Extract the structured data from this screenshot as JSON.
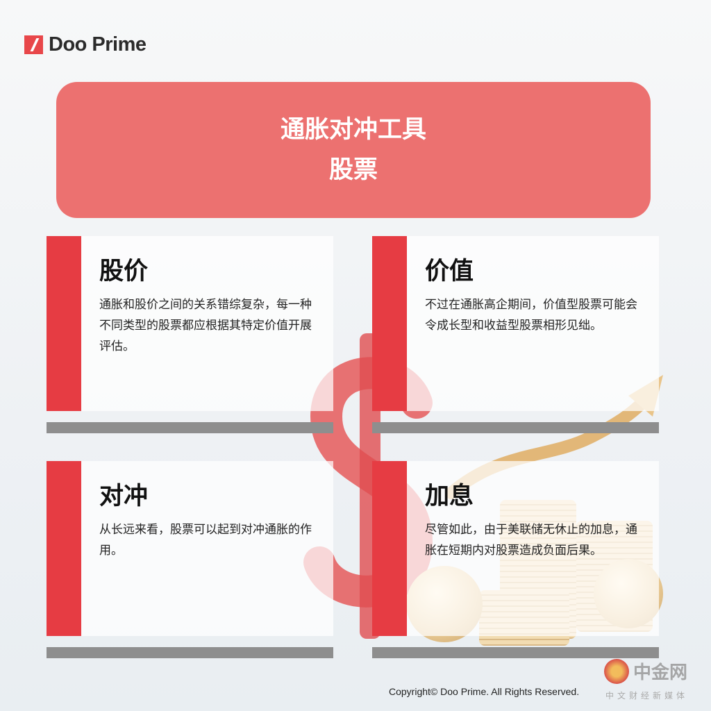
{
  "brand": {
    "name": "Doo Prime",
    "accent": "#e63c43"
  },
  "header": {
    "line1": "通胀对冲工具",
    "line2": "股票"
  },
  "cards": [
    {
      "title": "股价",
      "body": "通胀和股价之间的关系错综复杂，每一种不同类型的股票都应根据其特定价值开展评估。"
    },
    {
      "title": "价值",
      "body": "不过在通胀高企期间，价值型股票可能会令成长型和收益型股票相形见绌。"
    },
    {
      "title": "对冲",
      "body": "从长远来看，股票可以起到对冲通胀的作用。"
    },
    {
      "title": "加息",
      "body": "尽管如此，由于美联储无休止的加息，通胀在短期内对股票造成负面后果。"
    }
  ],
  "footer": {
    "copyright": "Copyright© Doo Prime. All Rights Reserved."
  },
  "watermark": {
    "name": "中金网",
    "sub": "中文财经新媒体"
  }
}
